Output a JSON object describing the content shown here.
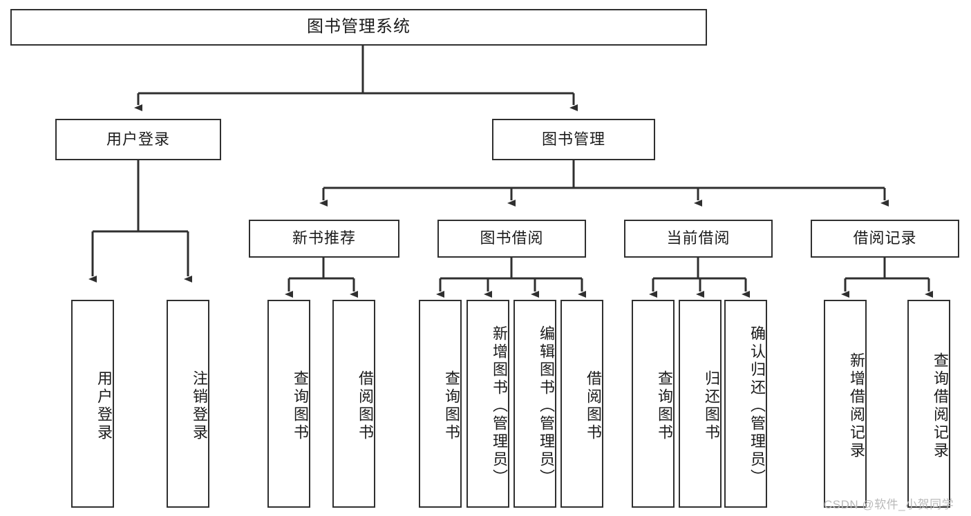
{
  "diagram": {
    "title": "图书管理系统",
    "type": "tree",
    "root": {
      "label": "图书管理系统"
    },
    "level2": [
      {
        "label": "用户登录"
      },
      {
        "label": "图书管理"
      }
    ],
    "level3": [
      {
        "label": "新书推荐"
      },
      {
        "label": "图书借阅"
      },
      {
        "label": "当前借阅"
      },
      {
        "label": "借阅记录"
      }
    ],
    "leaves": {
      "user_login": [
        {
          "label": "用户登录"
        },
        {
          "label": "注销登录"
        }
      ],
      "new_book_recommend": [
        {
          "label": "查询图书"
        },
        {
          "label": "借阅图书"
        }
      ],
      "book_borrow": [
        {
          "label": "查询图书"
        },
        {
          "label": "新增图书（管理员）"
        },
        {
          "label": "编辑图书（管理员）"
        },
        {
          "label": "借阅图书"
        }
      ],
      "current_borrow": [
        {
          "label": "查询图书"
        },
        {
          "label": "归还图书"
        },
        {
          "label": "确认归还（管理员）"
        }
      ],
      "borrow_record": [
        {
          "label": "新增借阅记录"
        },
        {
          "label": "查询借阅记录"
        }
      ]
    }
  },
  "watermark": {
    "text": "CSDN @软件_小贺同学"
  },
  "colors": {
    "stroke": "#2f2f2f",
    "background": "#ffffff",
    "text": "#1b1b1b",
    "watermark": "#b9b9b9"
  }
}
